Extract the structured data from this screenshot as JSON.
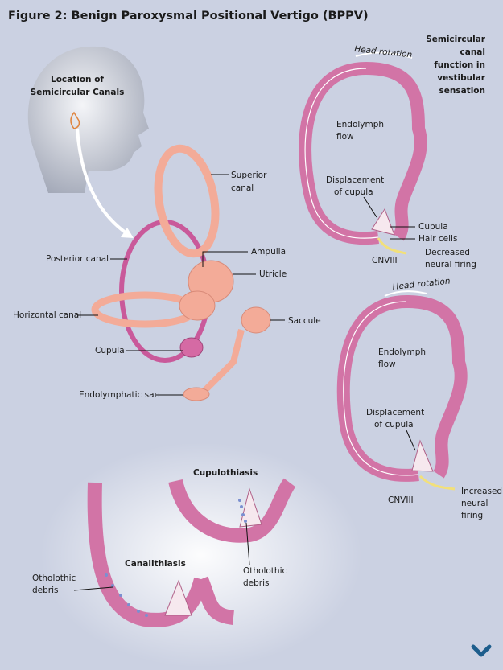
{
  "title": "Figure 2: Benign Paroxysmal Positional Vertigo (BPPV)",
  "head_panel": {
    "label": [
      "Location of",
      "Semicircular Canals"
    ]
  },
  "inner_ear": {
    "superior_canal": [
      "Superior",
      "canal"
    ],
    "posterior_canal": "Posterior canal",
    "ampulla": "Ampulla",
    "utricle": "Utricle",
    "horizontal_canal": "Horizontal canal",
    "saccule": "Saccule",
    "cupula": "Cupula",
    "endolymphatic_sac": "Endolymphatic sac"
  },
  "function_panel": {
    "heading": [
      "Semicircular",
      "canal",
      "function in",
      "vestibular",
      "sensation"
    ],
    "top": {
      "head_rotation": "Head rotation",
      "endolymph_flow": [
        "Endolymph",
        "flow"
      ],
      "displacement": [
        "Displacement",
        "of cupula"
      ],
      "cupula": "Cupula",
      "hair_cells": "Hair cells",
      "cnviii": "CNVIII",
      "firing": [
        "Decreased",
        "neural firing"
      ]
    },
    "bottom": {
      "head_rotation": "Head rotation",
      "endolymph_flow": [
        "Endolymph",
        "flow"
      ],
      "displacement": [
        "Displacement",
        "of cupula"
      ],
      "cnviii": "CNVIII",
      "firing": [
        "Increased",
        "neural",
        "firing"
      ]
    }
  },
  "pathology_panel": {
    "cupulothiasis": "Cupulothiasis",
    "canalithiasis": "Canalithiasis",
    "debris_left": [
      "Otholothic",
      "debris"
    ],
    "debris_right": [
      "Otholothic",
      "debris"
    ]
  },
  "colors": {
    "background": "#cbd1e2",
    "canal": "#d274a6",
    "ear": "#f3ab98",
    "posterior": "#c9599a",
    "chevron": "#1d5d8c"
  }
}
